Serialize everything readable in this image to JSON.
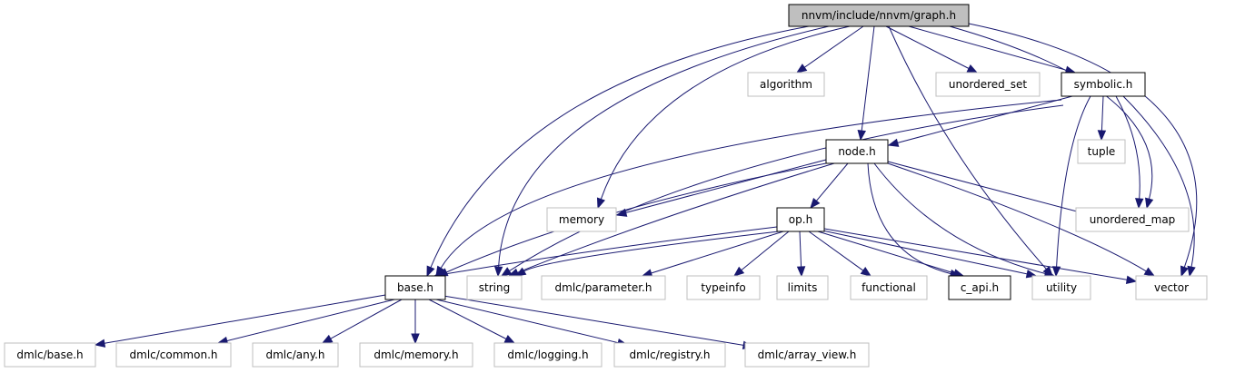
{
  "colors": {
    "edge": "#191970",
    "root_fill": "#bfbfbf",
    "root_border": "#000000",
    "documented_border": "#000000",
    "external_border": "#bfbfbf",
    "external_text": "#666666",
    "node_fill": "#ffffff"
  },
  "nodes": [
    {
      "id": "graph_h",
      "label": "nnvm/include/nnvm/graph.h",
      "kind": "root"
    },
    {
      "id": "algorithm",
      "label": "algorithm",
      "kind": "external"
    },
    {
      "id": "unordered_set",
      "label": "unordered_set",
      "kind": "external"
    },
    {
      "id": "symbolic_h",
      "label": "symbolic.h",
      "kind": "documented"
    },
    {
      "id": "tuple",
      "label": "tuple",
      "kind": "external"
    },
    {
      "id": "node_h",
      "label": "node.h",
      "kind": "documented"
    },
    {
      "id": "memory",
      "label": "memory",
      "kind": "external"
    },
    {
      "id": "unordered_map",
      "label": "unordered_map",
      "kind": "external"
    },
    {
      "id": "op_h",
      "label": "op.h",
      "kind": "documented"
    },
    {
      "id": "base_h",
      "label": "base.h",
      "kind": "documented"
    },
    {
      "id": "string",
      "label": "string",
      "kind": "external"
    },
    {
      "id": "dmlc_parameter_h",
      "label": "dmlc/parameter.h",
      "kind": "external"
    },
    {
      "id": "typeinfo",
      "label": "typeinfo",
      "kind": "external"
    },
    {
      "id": "limits",
      "label": "limits",
      "kind": "external"
    },
    {
      "id": "functional",
      "label": "functional",
      "kind": "external"
    },
    {
      "id": "c_api_h",
      "label": "c_api.h",
      "kind": "documented"
    },
    {
      "id": "utility",
      "label": "utility",
      "kind": "external"
    },
    {
      "id": "vector",
      "label": "vector",
      "kind": "external"
    },
    {
      "id": "dmlc_base_h",
      "label": "dmlc/base.h",
      "kind": "external"
    },
    {
      "id": "dmlc_common_h",
      "label": "dmlc/common.h",
      "kind": "external"
    },
    {
      "id": "dmlc_any_h",
      "label": "dmlc/any.h",
      "kind": "external"
    },
    {
      "id": "dmlc_memory_h",
      "label": "dmlc/memory.h",
      "kind": "external"
    },
    {
      "id": "dmlc_logging_h",
      "label": "dmlc/logging.h",
      "kind": "external"
    },
    {
      "id": "dmlc_registry_h",
      "label": "dmlc/registry.h",
      "kind": "external"
    },
    {
      "id": "dmlc_array_view_h",
      "label": "dmlc/array_view.h",
      "kind": "external"
    }
  ],
  "edges": [
    {
      "from": "graph_h",
      "to": "algorithm"
    },
    {
      "from": "graph_h",
      "to": "unordered_set"
    },
    {
      "from": "graph_h",
      "to": "symbolic_h"
    },
    {
      "from": "graph_h",
      "to": "node_h"
    },
    {
      "from": "graph_h",
      "to": "memory"
    },
    {
      "from": "graph_h",
      "to": "unordered_map"
    },
    {
      "from": "graph_h",
      "to": "base_h"
    },
    {
      "from": "graph_h",
      "to": "string"
    },
    {
      "from": "graph_h",
      "to": "utility"
    },
    {
      "from": "graph_h",
      "to": "vector"
    },
    {
      "from": "symbolic_h",
      "to": "tuple"
    },
    {
      "from": "symbolic_h",
      "to": "node_h"
    },
    {
      "from": "symbolic_h",
      "to": "unordered_map"
    },
    {
      "from": "symbolic_h",
      "to": "base_h"
    },
    {
      "from": "symbolic_h",
      "to": "string"
    },
    {
      "from": "symbolic_h",
      "to": "utility"
    },
    {
      "from": "symbolic_h",
      "to": "vector"
    },
    {
      "from": "node_h",
      "to": "memory"
    },
    {
      "from": "node_h",
      "to": "unordered_map"
    },
    {
      "from": "node_h",
      "to": "op_h"
    },
    {
      "from": "node_h",
      "to": "base_h"
    },
    {
      "from": "node_h",
      "to": "string"
    },
    {
      "from": "node_h",
      "to": "c_api_h"
    },
    {
      "from": "node_h",
      "to": "utility"
    },
    {
      "from": "node_h",
      "to": "vector"
    },
    {
      "from": "op_h",
      "to": "base_h"
    },
    {
      "from": "op_h",
      "to": "string"
    },
    {
      "from": "op_h",
      "to": "dmlc_parameter_h"
    },
    {
      "from": "op_h",
      "to": "typeinfo"
    },
    {
      "from": "op_h",
      "to": "limits"
    },
    {
      "from": "op_h",
      "to": "functional"
    },
    {
      "from": "op_h",
      "to": "c_api_h"
    },
    {
      "from": "op_h",
      "to": "utility"
    },
    {
      "from": "op_h",
      "to": "vector"
    },
    {
      "from": "base_h",
      "to": "dmlc_base_h"
    },
    {
      "from": "base_h",
      "to": "dmlc_common_h"
    },
    {
      "from": "base_h",
      "to": "dmlc_any_h"
    },
    {
      "from": "base_h",
      "to": "dmlc_memory_h"
    },
    {
      "from": "base_h",
      "to": "dmlc_logging_h"
    },
    {
      "from": "base_h",
      "to": "dmlc_registry_h"
    },
    {
      "from": "base_h",
      "to": "dmlc_array_view_h"
    }
  ]
}
